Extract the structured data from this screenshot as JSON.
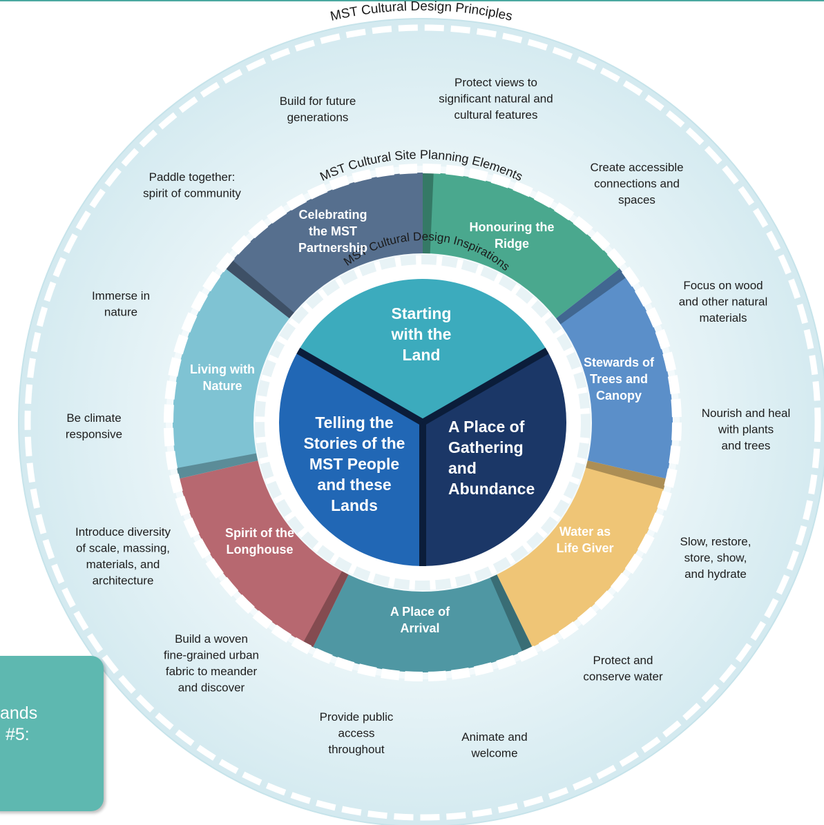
{
  "rings": {
    "outer_title": "MST Cultural Design Principles",
    "middle_title": "MST Cultural Site Planning Elements",
    "inner_title": "MST Cultural Design Inspirations"
  },
  "principles": [
    {
      "lines": [
        "Build for future",
        "generations"
      ]
    },
    {
      "lines": [
        "Protect views to",
        "significant natural and",
        "cultural features"
      ]
    },
    {
      "lines": [
        "Create accessible",
        "connections and",
        "spaces"
      ]
    },
    {
      "lines": [
        "Focus on wood",
        "and other natural",
        "materials"
      ]
    },
    {
      "lines": [
        "Nourish and heal",
        "with plants",
        "and trees"
      ]
    },
    {
      "lines": [
        "Slow, restore,",
        "store, show,",
        "and hydrate"
      ]
    },
    {
      "lines": [
        "Protect and",
        "conserve water"
      ]
    },
    {
      "lines": [
        "Animate and",
        "welcome"
      ]
    },
    {
      "lines": [
        "Provide public",
        "access",
        "throughout"
      ]
    },
    {
      "lines": [
        "Build a woven",
        "fine-grained urban",
        "fabric to meander",
        "and discover"
      ]
    },
    {
      "lines": [
        "Introduce diversity",
        "of scale, massing,",
        "materials, and",
        "architecture"
      ]
    },
    {
      "lines": [
        "Be climate",
        "responsive"
      ]
    },
    {
      "lines": [
        "Immerse in",
        "nature"
      ]
    },
    {
      "lines": [
        "Paddle together:",
        "spirit of community"
      ]
    }
  ],
  "elements": [
    {
      "lines": [
        "Honouring the",
        "Ridge"
      ],
      "color": "#4aa88e"
    },
    {
      "lines": [
        "Stewards of",
        "Trees and",
        "Canopy"
      ],
      "color": "#5b8fc9"
    },
    {
      "lines": [
        "Water as",
        "Life Giver"
      ],
      "color": "#efc576"
    },
    {
      "lines": [
        "A Place of",
        "Arrival"
      ],
      "color": "#4f97a3"
    },
    {
      "lines": [
        "Spirit of the",
        "Longhouse"
      ],
      "color": "#b76870"
    },
    {
      "lines": [
        "Living with",
        "Nature"
      ],
      "color": "#7fc3d3"
    },
    {
      "lines": [
        "Celebrating",
        "the MST",
        "Partnership"
      ],
      "color": "#566f8e"
    }
  ],
  "inspirations": [
    {
      "lines": [
        "Starting",
        "with the",
        "Land"
      ],
      "color": "#3cabbd"
    },
    {
      "lines": [
        "A Place of",
        "Gathering",
        "and",
        "Abundance"
      ],
      "color": "#1b3767"
    },
    {
      "lines": [
        "Telling the",
        "Stories of the",
        "MST People",
        "and these",
        "Lands"
      ],
      "color": "#2167b5"
    }
  ],
  "colors": {
    "outer_ring": "#dff0f4",
    "rope": "#eef7fa",
    "card": "#5eb8b0"
  },
  "corner_card": {
    "lines": [
      "ands",
      "#5:"
    ]
  }
}
